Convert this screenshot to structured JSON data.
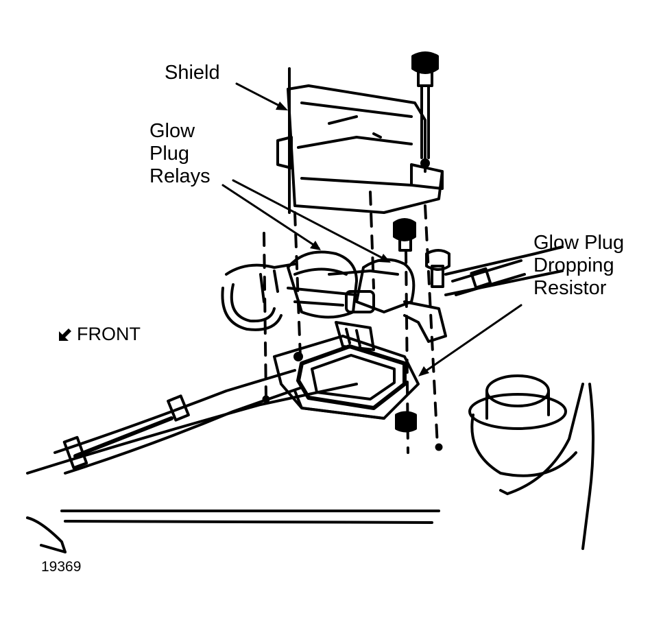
{
  "labels": {
    "shield": "Shield",
    "relays": [
      "Glow",
      "Plug",
      "Relays"
    ],
    "resistor": [
      "Glow Plug",
      "Dropping",
      "Resistor"
    ],
    "front": "FRONT",
    "figure_number": "19369"
  },
  "icons": {
    "front_arrow": "arrow-down-left-icon"
  }
}
